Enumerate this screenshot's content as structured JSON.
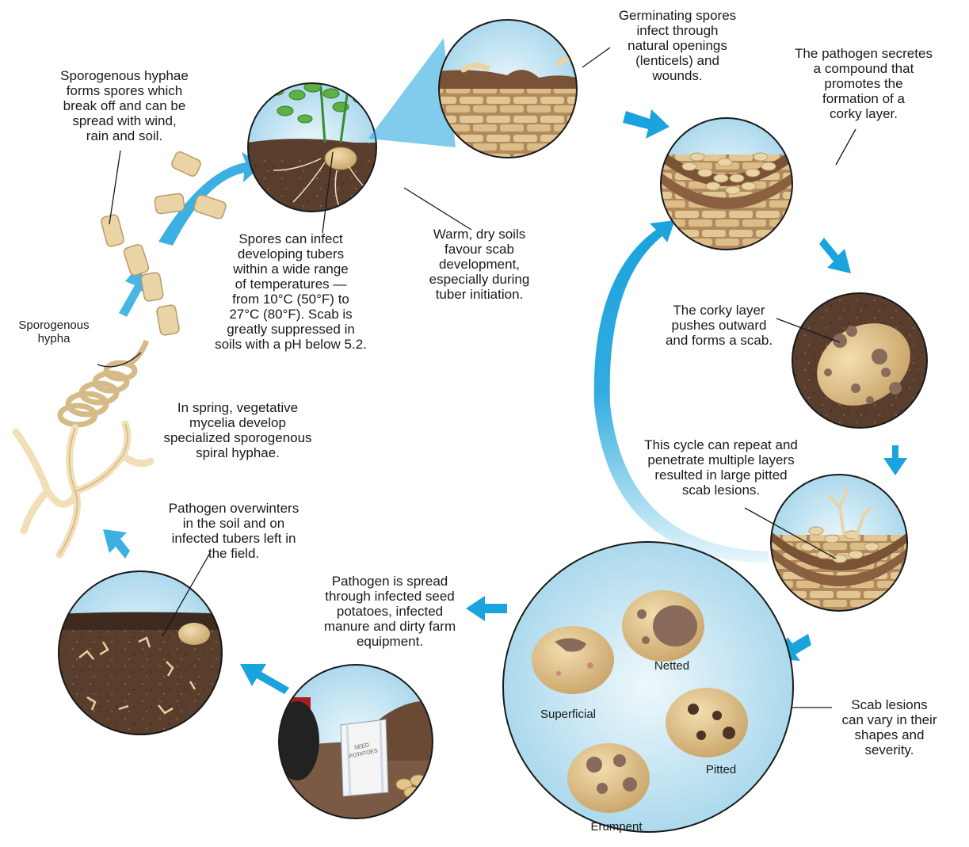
{
  "labels": {
    "sporogenous_hyphae": [
      "Sporogenous hyphae",
      "forms spores which",
      "break off and can be",
      "spread with wind,",
      "rain and soil."
    ],
    "sporogenous_hypha": [
      "Sporogenous",
      "hypha"
    ],
    "spores_infect": [
      "Spores can infect",
      "developing tubers",
      "within a wide range",
      "of temperatures —",
      "from 10°C (50°F) to",
      "27°C (80°F). Scab is",
      "greatly suppressed in",
      "soils with a pH below 5.2."
    ],
    "warm_dry": [
      "Warm, dry soils",
      "favour scab",
      "development,",
      "especially during",
      "tuber initiation."
    ],
    "germinating": [
      "Germinating spores",
      "infect through",
      "natural openings",
      "(lenticels) and",
      "wounds."
    ],
    "pathogen_secretes": [
      "The pathogen secretes",
      "a compound that",
      "promotes the",
      "formation of a",
      "corky layer."
    ],
    "corky_layer": [
      "The corky layer",
      "pushes outward",
      "and forms a scab."
    ],
    "cycle_repeat": [
      "This cycle can repeat and",
      "penetrate multiple layers",
      "resulted in large pitted",
      "scab lesions."
    ],
    "in_spring": [
      "In spring, vegetative",
      "mycelia develop",
      "specialized sporogenous",
      "spiral hyphae."
    ],
    "overwinters": [
      "Pathogen overwinters",
      "in the soil and on",
      "infected tubers left in",
      "the field."
    ],
    "spread": [
      "Pathogen is spread",
      "through infected seed",
      "potatoes, infected",
      "manure and dirty farm",
      "equipment."
    ],
    "scab_vary": [
      "Scab lesions",
      "can vary in their",
      "shapes and",
      "severity."
    ]
  },
  "lesion_types": {
    "netted": "Netted",
    "superficial": "Superficial",
    "pitted": "Pitted",
    "erumpent": "Erumpent"
  },
  "bag_text": [
    "SEED",
    "POTATOES"
  ],
  "colors": {
    "arrow_blue": "#1aa3dc",
    "sky": "#d4eef8",
    "soil_dark": "#4a3426",
    "soil_mid": "#6b4a35",
    "potato": "#e2c48c",
    "scab": "#8a6a5a",
    "cell_tan": "#d9b98a",
    "hypha": "#f1dfb8",
    "spore": "#ead4a6"
  }
}
